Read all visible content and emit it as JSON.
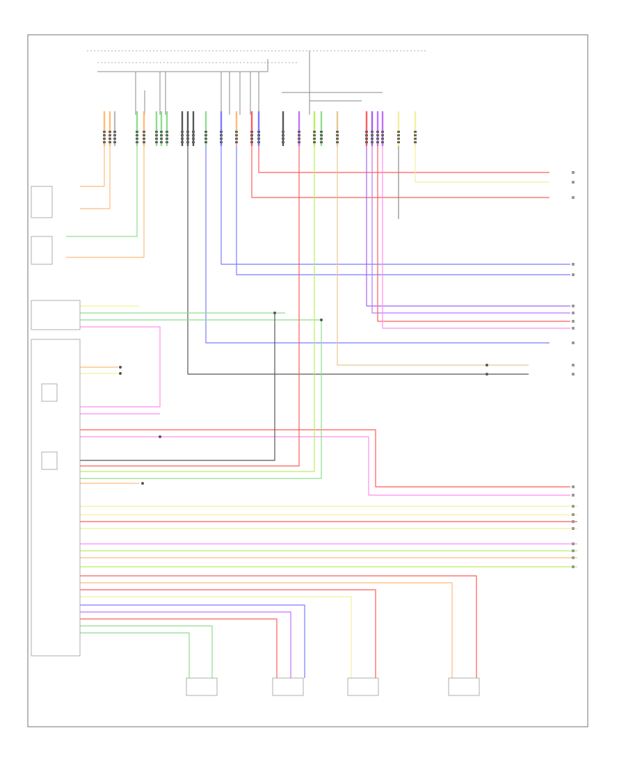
{
  "page": {
    "footer_code": "",
    "top_source_label": "",
    "right_top_caption": ""
  },
  "colors": {
    "red": "#ff5a5a",
    "blue": "#7a7aff",
    "purple": "#c070ff",
    "violet": "#a060f0",
    "green": "#8edc8e",
    "lime": "#b8f05a",
    "yellow": "#f4f09a",
    "orange": "#ffbb77",
    "pink": "#ff8cf0",
    "tan": "#e8c890",
    "gray": "#9a9a9a",
    "dark": "#555555",
    "frame": "#707070"
  },
  "components": [
    {
      "id": "left-sensor-top",
      "label": ""
    },
    {
      "id": "left-sensor-mid",
      "label": ""
    },
    {
      "id": "relay-block",
      "label": ""
    },
    {
      "id": "control-module",
      "label": ""
    },
    {
      "id": "sensor-bottom-1",
      "label": ""
    },
    {
      "id": "sensor-bottom-2",
      "label": ""
    },
    {
      "id": "sensor-bottom-3",
      "label": ""
    },
    {
      "id": "sensor-bottom-4",
      "label": ""
    }
  ]
}
